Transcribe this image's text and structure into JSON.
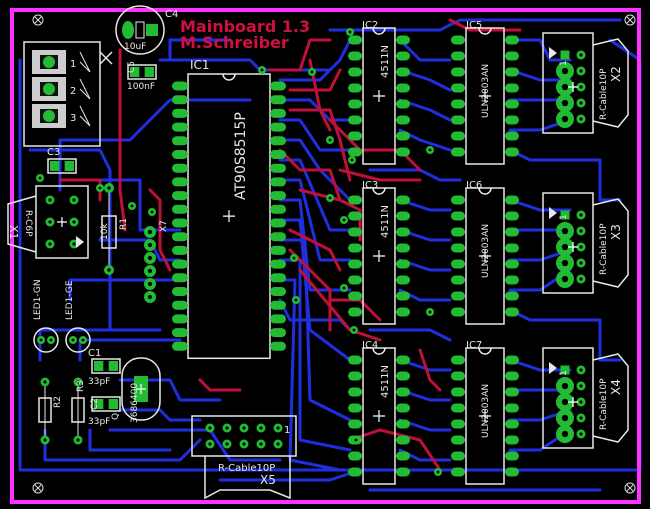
{
  "board": {
    "title_line1": "Mainboard 1.3",
    "title_line2": "M.Schreiber"
  },
  "colors": {
    "background": "#000000",
    "outline": "#ff33ff",
    "silkscreen": "#e8e8e8",
    "pad": "#22bb33",
    "trace_bottom": "#1f2fe0",
    "trace_top": "#c0103a",
    "title_text": "#d01040"
  },
  "components": {
    "ic1": {
      "ref": "IC1",
      "part": "AT90S8515P"
    },
    "ic2": {
      "ref": "IC2",
      "part": "4511N"
    },
    "ic3": {
      "ref": "IC3",
      "part": "4511N"
    },
    "ic4": {
      "ref": "IC4",
      "part": "4511N"
    },
    "ic5": {
      "ref": "IC5",
      "part": "ULN2003AN"
    },
    "ic6": {
      "ref": "IC6",
      "part": "ULN2003AN"
    },
    "ic7": {
      "ref": "IC7",
      "part": "ULN2003AN"
    },
    "c1": {
      "ref": "C1",
      "value": "33pF"
    },
    "c2": {
      "ref": "C2",
      "value": "33pF"
    },
    "c3": {
      "ref": "C3"
    },
    "c4": {
      "ref": "C4",
      "value": "10uF"
    },
    "c5": {
      "ref": "C5",
      "value": "100nF"
    },
    "quartz": {
      "ref": "Q",
      "value": "3686400"
    },
    "led1": {
      "ref": "LED1-GN"
    },
    "led2": {
      "ref": "LED1-GE"
    },
    "r1": {
      "ref": "R1",
      "value": "10k"
    },
    "r2": {
      "ref": "R2"
    },
    "r3": {
      "ref": "R3"
    },
    "x1": {
      "ref": "X1",
      "part": "R-C6P"
    },
    "x2": {
      "ref": "X2",
      "part": "R-Cable10P"
    },
    "x3": {
      "ref": "X3",
      "part": "R-Cable10P"
    },
    "x4": {
      "ref": "X4",
      "part": "R-Cable10P"
    },
    "x5": {
      "ref": "X5",
      "part": "R-Cable10P"
    },
    "x7": {
      "ref": "X7"
    },
    "terminal_pins": [
      "1",
      "2",
      "3"
    ],
    "connector_pin1": "1"
  }
}
